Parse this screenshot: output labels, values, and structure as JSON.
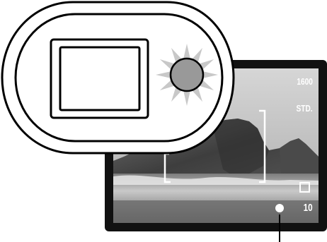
{
  "monitor": {
    "iso_display": "1600",
    "image_quality": "STD.",
    "frames_remaining": "10"
  },
  "viewfinder_callout": {
    "indicator_lamp_state": "lit",
    "lamp_color": "#999999",
    "ray_color": "#c8c8c8"
  },
  "icons": {
    "frame_size_indicator": "square-outline-icon",
    "af_indicator": "solid-dot-icon",
    "lamp": "sun-burst-icon",
    "focus_frame": "bracket-icon"
  },
  "colors": {
    "monitor_bezel": "#111111",
    "sky": "#bdbdbd",
    "outline": "#000000"
  }
}
